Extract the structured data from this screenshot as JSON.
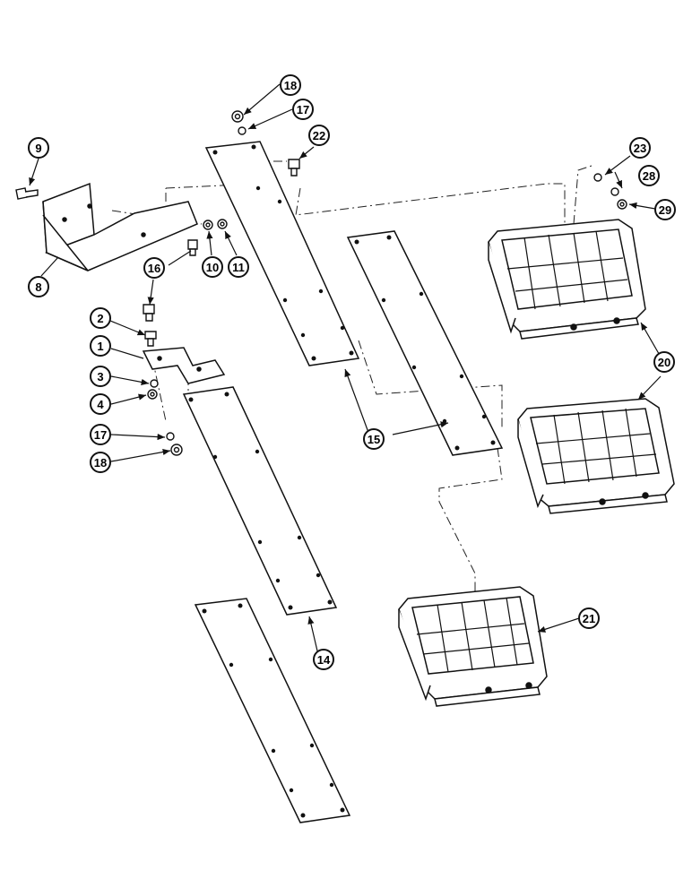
{
  "callouts": {
    "c1": "1",
    "c2": "2",
    "c3": "3",
    "c4": "4",
    "c8": "8",
    "c9": "9",
    "c10": "10",
    "c11": "11",
    "c14": "14",
    "c15": "15",
    "c16": "16",
    "c17a": "17",
    "c17b": "17",
    "c18a": "18",
    "c18b": "18",
    "c20": "20",
    "c21": "21",
    "c22": "22",
    "c23": "23",
    "c28": "28",
    "c29": "29"
  },
  "colors": {
    "ink": "#111111",
    "paper": "#ffffff"
  }
}
